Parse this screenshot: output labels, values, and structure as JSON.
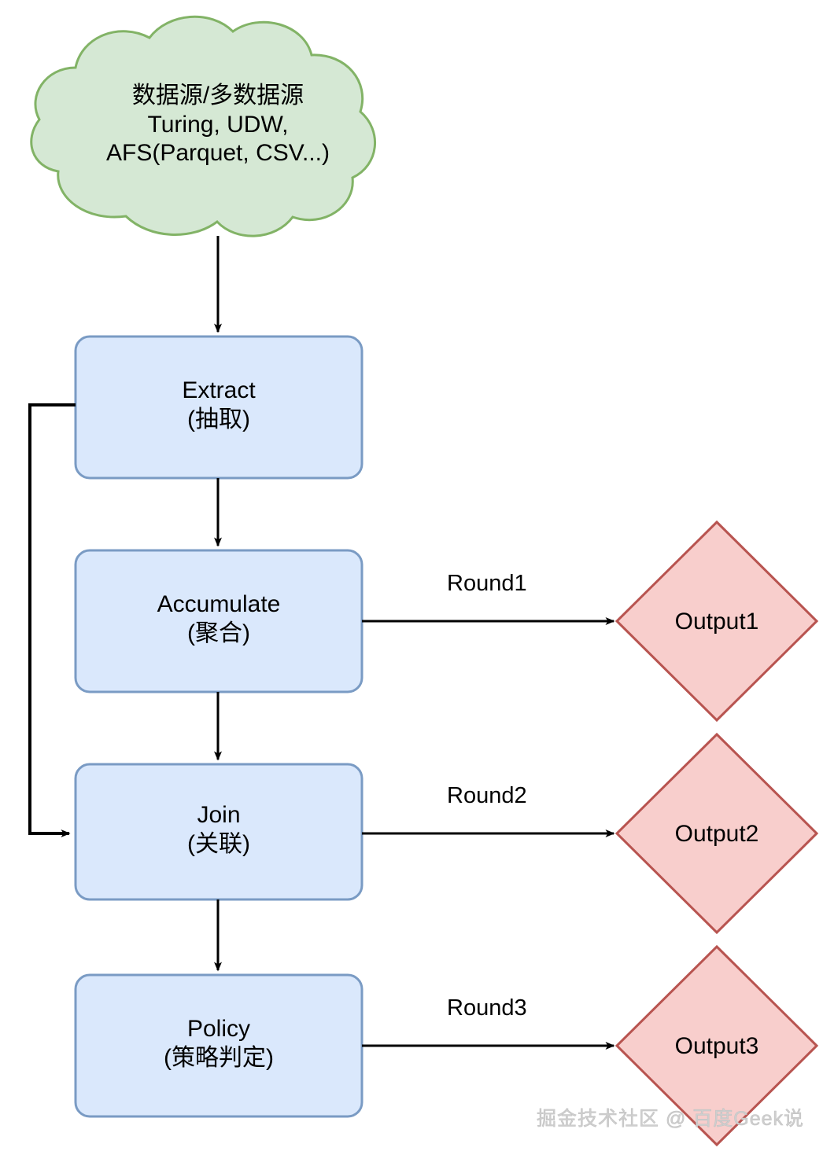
{
  "diagram": {
    "title": "ETL Pipeline Flowchart",
    "colors": {
      "cloud_fill": "#d5e8d4",
      "cloud_stroke": "#82b366",
      "process_fill": "#dae8fc",
      "process_stroke": "#7a9bc4",
      "output_fill": "#f8cecc",
      "output_stroke": "#b85450",
      "edge_stroke": "#000000",
      "watermark": "#cfcfcf"
    },
    "source": {
      "name": "data-source-cloud",
      "lines": [
        "数据源/多数据源",
        "Turing, UDW,",
        "AFS(Parquet, CSV...)"
      ]
    },
    "processes": [
      {
        "id": "extract",
        "line1": "Extract",
        "line2": "(抽取)"
      },
      {
        "id": "accumulate",
        "line1": "Accumulate",
        "line2": "(聚合)"
      },
      {
        "id": "join",
        "line1": "Join",
        "line2": "(关联)"
      },
      {
        "id": "policy",
        "line1": "Policy",
        "line2": "(策略判定)"
      }
    ],
    "outputs": [
      {
        "id": "output1",
        "label": "Output1"
      },
      {
        "id": "output2",
        "label": "Output2"
      },
      {
        "id": "output3",
        "label": "Output3"
      }
    ],
    "edge_labels": [
      {
        "id": "round1",
        "label": "Round1"
      },
      {
        "id": "round2",
        "label": "Round2"
      },
      {
        "id": "round3",
        "label": "Round3"
      }
    ],
    "watermark": "掘金技术社区 @ 百度Geek说"
  }
}
